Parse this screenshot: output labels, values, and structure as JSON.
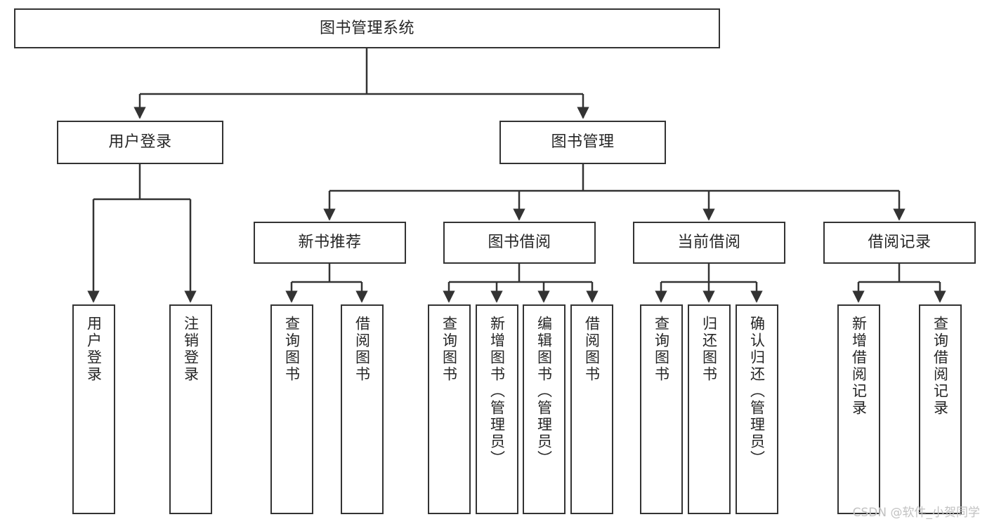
{
  "diagram": {
    "title": "图书管理系统",
    "watermark": "CSDN @软件_小贺同学",
    "stroke_color": "#333333",
    "text_color": "#262626",
    "background_color": "#ffffff",
    "watermark_color": "#c2c2c2"
  },
  "nodes": {
    "root": {
      "label": "图书管理系统"
    },
    "level2": [
      {
        "label": "用户登录"
      },
      {
        "label": "图书管理"
      }
    ],
    "level3": [
      {
        "label": "新书推荐"
      },
      {
        "label": "图书借阅"
      },
      {
        "label": "当前借阅"
      },
      {
        "label": "借阅记录"
      }
    ],
    "leaves": {
      "user_login": [
        {
          "label": "用户登录"
        },
        {
          "label": "注销登录"
        }
      ],
      "new_book": [
        {
          "label": "查询图书"
        },
        {
          "label": "借阅图书"
        }
      ],
      "book_borrow": [
        {
          "label": "查询图书"
        },
        {
          "label": "新增图书（管理员）"
        },
        {
          "label": "编辑图书（管理员）"
        },
        {
          "label": "借阅图书"
        }
      ],
      "current_borrow": [
        {
          "label": "查询图书"
        },
        {
          "label": "归还图书"
        },
        {
          "label": "确认归还（管理员）"
        }
      ],
      "borrow_record": [
        {
          "label": "新增借阅记录"
        },
        {
          "label": "查询借阅记录"
        }
      ]
    }
  }
}
